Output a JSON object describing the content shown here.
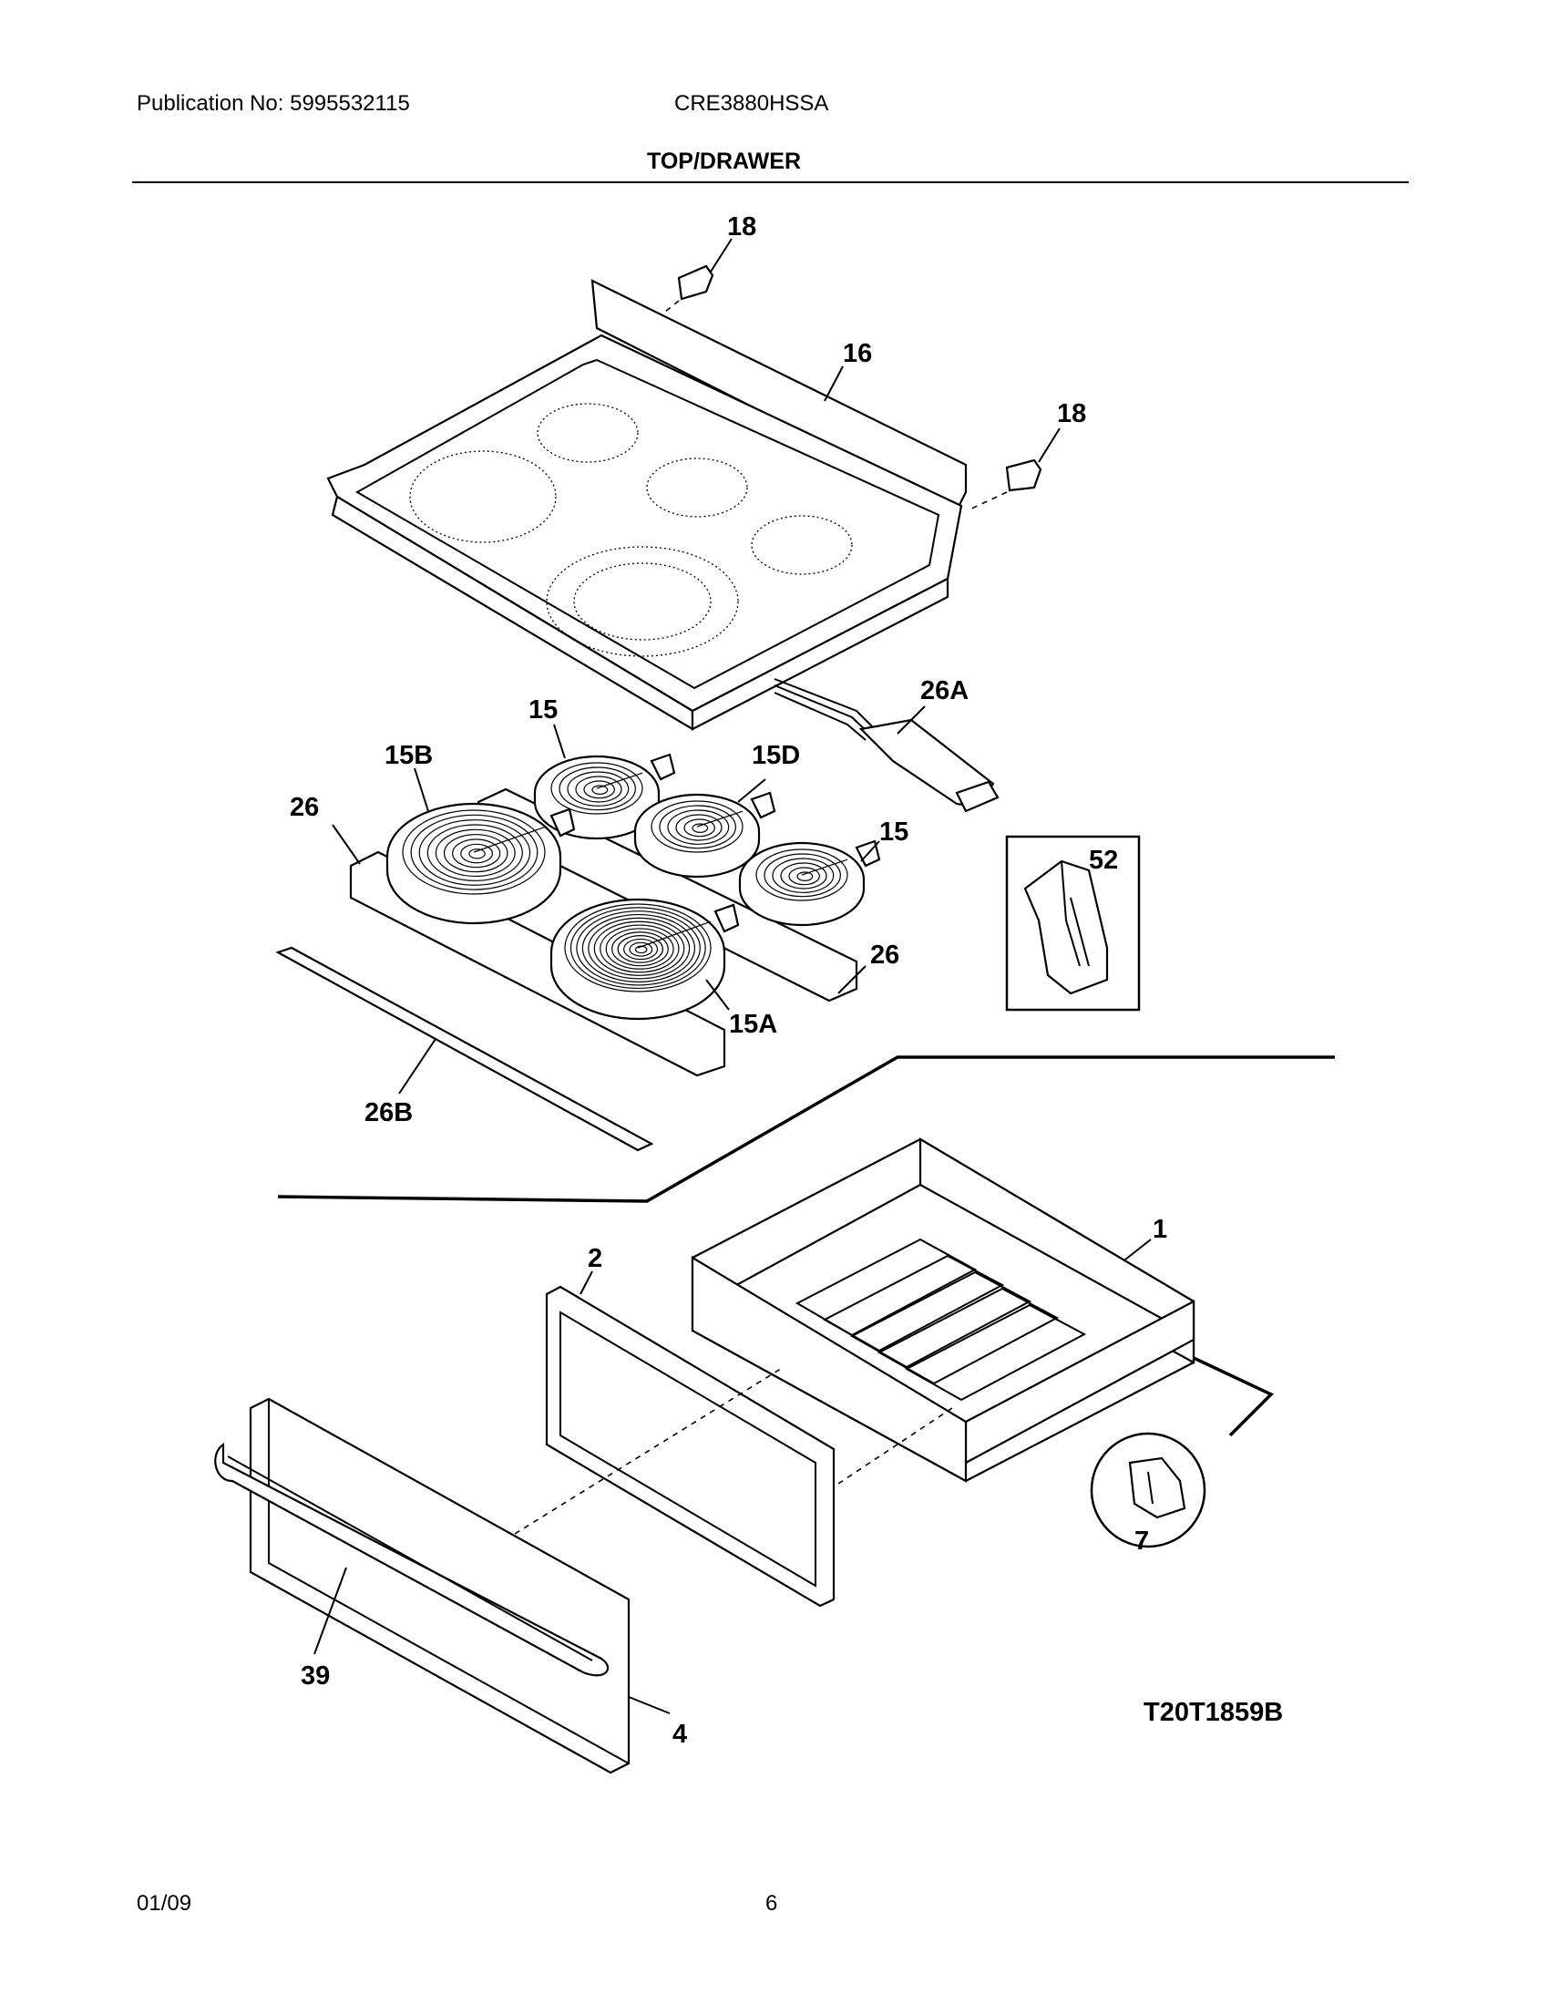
{
  "header": {
    "publication": "Publication No: 5995532115",
    "model": "CRE3880HSSA",
    "section_title": "TOP/DRAWER"
  },
  "diagram": {
    "callouts": {
      "c18a": "18",
      "c16": "16",
      "c18b": "18",
      "c26a": "26A",
      "c15a_top": "15",
      "c15b": "15B",
      "c15d": "15D",
      "c26_left": "26",
      "c15_right": "15",
      "c52": "52",
      "c26_right": "26",
      "c15a": "15A",
      "c26b": "26B",
      "c1": "1",
      "c2": "2",
      "c7": "7",
      "c39": "39",
      "c4": "4"
    },
    "drawing_code": "T20T1859B"
  },
  "footer": {
    "date": "01/09",
    "page": "6"
  }
}
